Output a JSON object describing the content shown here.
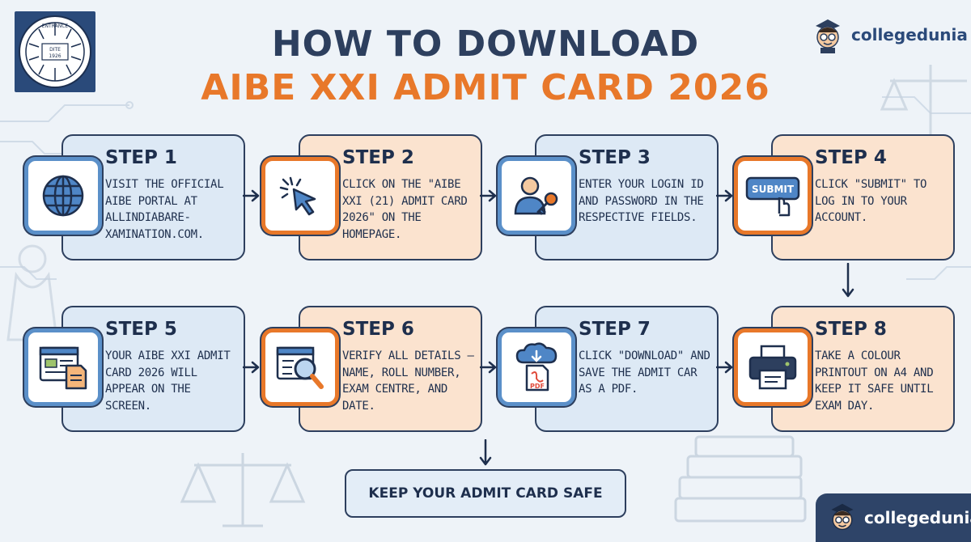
{
  "header": {
    "title_line1": "HOW TO DOWNLOAD",
    "title_line2": "AIBE XXI ADMIT CARD 2026"
  },
  "seal": {
    "ring_text": "ENTRANCE",
    "center_text_top": "DITE",
    "center_text_bottom": "1926"
  },
  "brand": {
    "name": "collegedunia",
    "icon": "mascot-icon"
  },
  "steps": [
    {
      "title": "STEP 1",
      "text": "VISIT THE OFFICIAL AIBE PORTAL AT ALLINDIABARE-XAMINATION.COM.",
      "icon": "globe-icon",
      "theme": "blue"
    },
    {
      "title": "STEP 2",
      "text": "CLICK ON THE \"AIBE XXI (21) ADMIT CARD 2026\" ON THE HOMEPAGE.",
      "icon": "cursor-click-icon",
      "theme": "orange"
    },
    {
      "title": "STEP 3",
      "text": "ENTER YOUR LOGIN ID AND PASSWORD IN THE RESPECTIVE FIELDS.",
      "icon": "user-key-icon",
      "theme": "blue"
    },
    {
      "title": "STEP 4",
      "text": "CLICK \"SUBMIT\" TO LOG IN TO YOUR ACCOUNT.",
      "icon": "submit-button-icon",
      "theme": "orange",
      "icon_label": "SUBMIT"
    },
    {
      "title": "STEP 5",
      "text": "YOUR AIBE XXI ADMIT CARD 2026 WILL APPEAR ON THE SCREEN.",
      "icon": "document-screen-icon",
      "theme": "blue"
    },
    {
      "title": "STEP 6",
      "text": "VERIFY ALL DETAILS — NAME, ROLL NUMBER, EXAM CENTRE, AND DATE.",
      "icon": "magnify-document-icon",
      "theme": "orange"
    },
    {
      "title": "STEP 7",
      "text": "CLICK \"DOWNLOAD\" AND SAVE THE ADMIT CAR AS A PDF.",
      "icon": "cloud-pdf-icon",
      "theme": "blue",
      "icon_label": "PDF"
    },
    {
      "title": "STEP 8",
      "text": "TAKE A COLOUR PRINTOUT ON A4 AND KEEP IT SAFE UNTIL EXAM DAY.",
      "icon": "printer-icon",
      "theme": "orange"
    }
  ],
  "footer": {
    "keep_safe": "KEEP YOUR ADMIT CARD SAFE"
  },
  "colors": {
    "navy": "#2d3f5e",
    "orange": "#e8782a",
    "blue_card": "#dde9f5",
    "orange_card": "#fbe3cf",
    "background": "#eef3f8"
  }
}
